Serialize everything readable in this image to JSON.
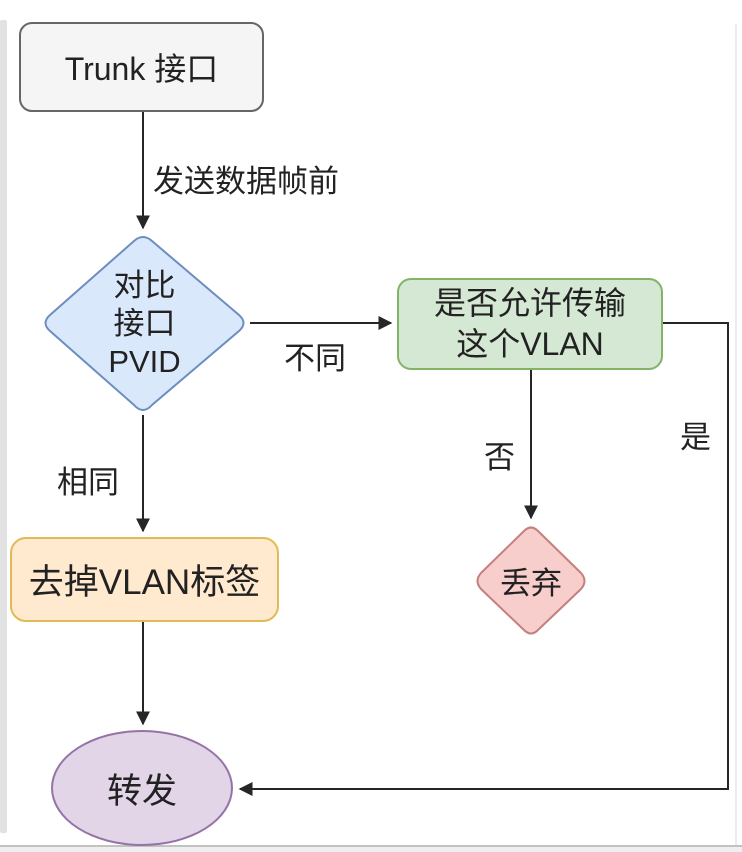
{
  "diagram": {
    "type": "flowchart",
    "nodes": {
      "trunk": {
        "label": "Trunk 接口",
        "shape": "rounded-rect",
        "fill": "#f5f5f5",
        "stroke": "#666666"
      },
      "compare_pvid": {
        "lines": [
          "对比",
          "接口",
          "PVID"
        ],
        "shape": "diamond",
        "fill": "#dae8fc",
        "stroke": "#6c8ebf"
      },
      "allow_vlan": {
        "lines": [
          "是否允许传输",
          "这个VLAN"
        ],
        "shape": "rounded-rect",
        "fill": "#d5e8d4",
        "stroke": "#82b366"
      },
      "strip_tag": {
        "label": "去掉VLAN标签",
        "shape": "rounded-rect",
        "fill": "#ffe9cf",
        "stroke": "#e2ba55"
      },
      "discard": {
        "label": "丢弃",
        "shape": "diamond",
        "fill": "#f8cecc",
        "stroke": "#c4807e"
      },
      "forward": {
        "label": "转发",
        "shape": "ellipse",
        "fill": "#e1d5e7",
        "stroke": "#9673a6"
      }
    },
    "edge_labels": {
      "before_send": "发送数据帧前",
      "same": "相同",
      "different": "不同",
      "no": "否",
      "yes": "是"
    },
    "line_color": "#262626"
  }
}
